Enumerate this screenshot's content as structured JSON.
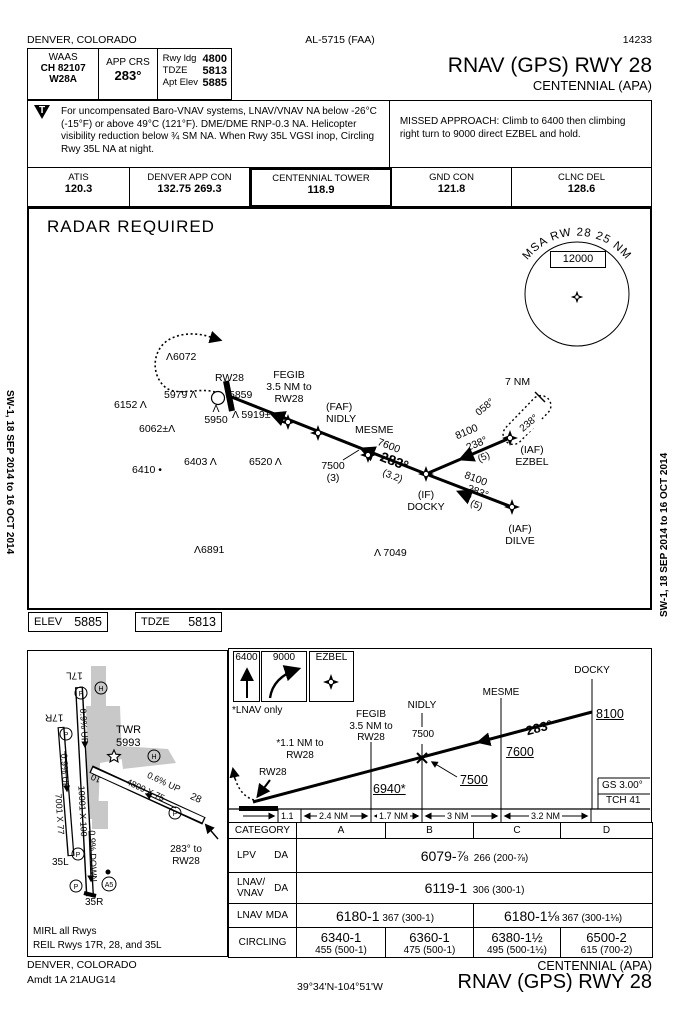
{
  "margins": {
    "left_note": "SW-1, 18 SEP 2014 to 16 OCT 2014",
    "right_note": "SW-1, 18 SEP 2014 to 16 OCT 2014"
  },
  "header": {
    "city": "DENVER, COLORADO",
    "al_number": "AL-5715 (FAA)",
    "chart_code": "14233",
    "waas_line1": "WAAS",
    "waas_line2": "CH 82107",
    "waas_line3": "W28A",
    "app_crs_label": "APP CRS",
    "app_crs_value": "283°",
    "rwy_ldg_label": "Rwy ldg",
    "rwy_ldg_value": "4800",
    "tdze_label": "TDZE",
    "tdze_value": "5813",
    "apt_elev_label": "Apt Elev",
    "apt_elev_value": "5885",
    "procedure_title": "RNAV (GPS) RWY 28",
    "airport_name": "CENTENNIAL (APA)"
  },
  "notes": {
    "t_icon": "T",
    "general": "For uncompensated Baro-VNAV systems, LNAV/VNAV NA below -26°C (-15°F) or above 49°C (121°F).  DME/DME RNP-0.3 NA. Helicopter visibility reduction below ¾ SM NA.  When Rwy 35L VGSI inop, Circling Rwy 35L NA at night.",
    "missed_approach": "MISSED APPROACH:  Climb to 6400 then climbing right turn to 9000 direct EZBEL and hold."
  },
  "comms": [
    {
      "label": "ATIS",
      "freq": "120.3"
    },
    {
      "label": "DENVER APP CON",
      "freq": "132.75 269.3"
    },
    {
      "label": "CENTENNIAL TOWER",
      "freq": "118.9"
    },
    {
      "label": "GND CON",
      "freq": "121.8"
    },
    {
      "label": "CLNC DEL",
      "freq": "128.6"
    }
  ],
  "plan": {
    "radar_note": "RADAR REQUIRED",
    "msa_label": "MSA RW 28 25 NM",
    "msa_alt": "12000",
    "rw28": "RW28",
    "fegib_1": "FEGIB",
    "fegib_2": "3.5 NM to",
    "fegib_3": "RW28",
    "nidly_1": "(FAF)",
    "nidly_2": "NIDLY",
    "mesme": "MESME",
    "docky_1": "(IF)",
    "docky_2": "DOCKY",
    "ezbel_1": "(IAF)",
    "ezbel_2": "EZBEL",
    "dilve_1": "(IAF)",
    "dilve_2": "DILVE",
    "leg1_alt": "7500",
    "leg1_dist": "(3)",
    "leg2_alt": "7600",
    "leg2_crs": "283°",
    "leg2_dist": "(3.2)",
    "leg3_alt": "8100",
    "leg3_crs": "238°",
    "leg3_dist": "(5)",
    "leg4_alt": "8100",
    "leg4_crs": "283°",
    "leg4_dist": "(5)",
    "hold_leg": "7 NM",
    "hold_in": "058°",
    "hold_out": "238°",
    "obstacles": [
      "6072",
      "6152",
      "5979",
      "5859",
      "5919±",
      "5950",
      "6062±",
      "6403",
      "6520",
      "6410",
      "6891",
      "7049"
    ]
  },
  "profile": {
    "ma_alt1": "6400",
    "ma_alt2": "9000",
    "ma_fix": "EZBEL",
    "lnav_note": "*LNAV only",
    "fegib_1": "FEGIB",
    "fegib_2": "3.5 NM to",
    "fegib_3": "RW28",
    "nidly": "NIDLY",
    "nidly_alt": "7500",
    "mesme": "MESME",
    "docky": "DOCKY",
    "docky_alt": "8100",
    "course": "283°",
    "mesme_alt": "7600",
    "faf_alt": "7500",
    "fegib_alt": "6940*",
    "rw28": "RW28",
    "note1": "*1.1 NM to",
    "note2": "RW28",
    "gs": "GS 3.00°",
    "tch": "TCH 41",
    "d0": "1.1",
    "d1": "2.4 NM",
    "d2": "1.7 NM",
    "d3": "3 NM",
    "d4": "3.2 NM"
  },
  "minimums": {
    "headers": [
      "CATEGORY",
      "A",
      "B",
      "C",
      "D"
    ],
    "lpv_label": "LPV",
    "lpv_type": "DA",
    "lpv_main": "6079-⅞",
    "lpv_sub": "266 (200-⅞)",
    "lnavvnav_label1": "LNAV/",
    "lnavvnav_label2": "VNAV",
    "lnavvnav_type": "DA",
    "lnavvnav_main": "6119-1",
    "lnavvnav_sub": "306 (300-1)",
    "lnav_label": "LNAV",
    "lnav_type": "MDA",
    "lnav_ab_main": "6180-1",
    "lnav_ab_sub": "367 (300-1)",
    "lnav_cd_main": "6180-1⅛",
    "lnav_cd_sub": "367 (300-1⅛)",
    "circling_label": "CIRCLING",
    "circ": [
      {
        "main": "6340-1",
        "sub": "455 (500-1)"
      },
      {
        "main": "6360-1",
        "sub": "475 (500-1)"
      },
      {
        "main": "6380-1½",
        "sub": "495 (500-1½)"
      },
      {
        "main": "6500-2",
        "sub": "615 (700-2)"
      }
    ]
  },
  "sketch": {
    "elev_label": "ELEV",
    "elev_value": "5885",
    "tdze_label": "TDZE",
    "tdze_value": "5813",
    "twr_1": "TWR",
    "twr_2": "5993",
    "rwy_17l": "17L",
    "rwy_17r": "17R",
    "rwy_35l": "35L",
    "rwy_35r": "35R",
    "rwy_10": "10",
    "rwy_28": "28",
    "dim_17l": "10001 X 100",
    "dim_17r": "7001 X 77",
    "dim_10": "4809 X 75",
    "slope_17l": "0.9% UP",
    "slope_17r": "0.9% UP",
    "slope_35r": "0.9% DOWN",
    "slope_10": "0.6% UP",
    "p_label": "P",
    "h_label": "H",
    "a5_label": "A5",
    "apch_1": "283° to",
    "apch_2": "RW28",
    "lights_1": "MIRL all Rwys",
    "lights_2": "REIL Rwys 17R, 28, and 35L"
  },
  "footer": {
    "city": "DENVER, COLORADO",
    "amdt": "Amdt 1A  21AUG14",
    "coords": "39°34'N-104°51'W",
    "airport": "CENTENNIAL (APA)",
    "title": "RNAV (GPS) RWY 28"
  }
}
